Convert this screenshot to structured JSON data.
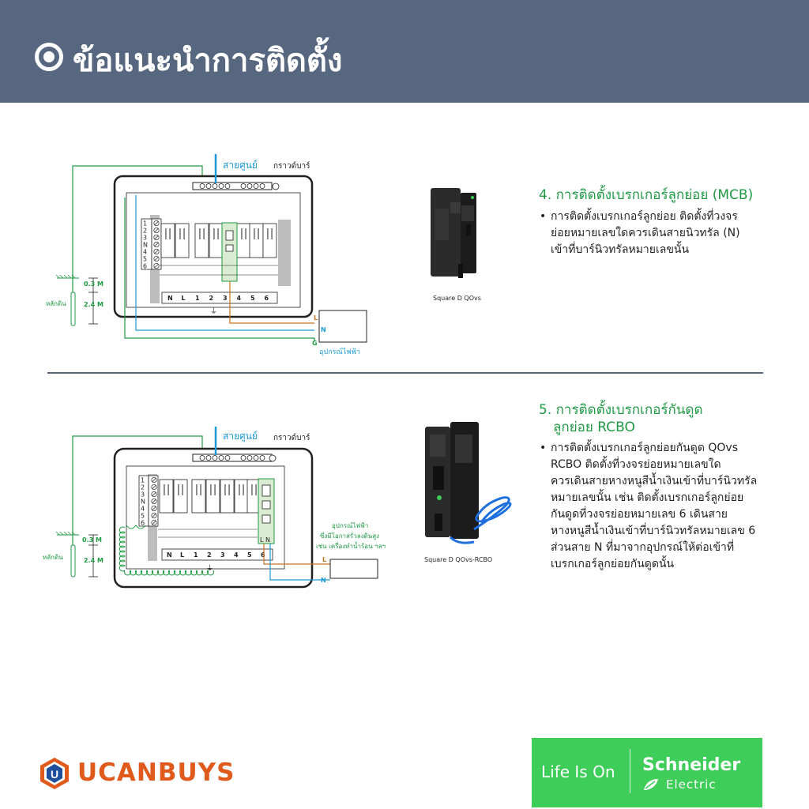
{
  "header": {
    "title": "ข้อแนะนำการติดตั้ง",
    "icon": "target-icon"
  },
  "colors": {
    "header_bg": "#56677f",
    "green": "#1f9a44",
    "blue": "#1d9ad6",
    "orange": "#c8731e",
    "schneider": "#3dcd58",
    "ucan": "#e05a1c"
  },
  "mcb": {
    "diagram": {
      "neutral_label": "สายศูนย์",
      "ground_bar_label": "กราวด์บาร์",
      "left_terminals": [
        "1",
        "2",
        "3",
        "N",
        "4",
        "5",
        "6"
      ],
      "bottom_terminals": [
        "N",
        "L",
        "1",
        "2",
        "3",
        "4",
        "5",
        "6"
      ],
      "depth_top": "0.3 M",
      "depth_rod": "2.4 M",
      "rod_label": "หลักดิน",
      "line_l": "L",
      "line_n": "N",
      "line_g": "G",
      "device_label": "อุปกรณ์ไฟฟ้า"
    },
    "product_caption": "Square D QOvs",
    "title_num": "4.",
    "title": "การติดตั้งเบรกเกอร์ลูกย่อย (MCB)",
    "bullet_lines": [
      "การติดตั้งเบรกเกอร์ลูกย่อย ติดตั้งที่วงจร",
      "ย่อยหมายเลขใดควรเดินสายนิวทรัล (N)",
      "เข้าที่บาร์นิวทรัลหมายเลขนั้น"
    ]
  },
  "rcbo": {
    "diagram": {
      "neutral_label": "สายศูนย์",
      "ground_bar_label": "กราวด์บาร์",
      "left_terminals": [
        "1",
        "2",
        "3",
        "N",
        "4",
        "5",
        "6"
      ],
      "bottom_terminals": [
        "N",
        "L",
        "1",
        "2",
        "3",
        "4",
        "5",
        "6"
      ],
      "breaker_ln": "L N",
      "depth_top": "0.3 M",
      "depth_rod": "2.4 M",
      "rod_label": "หลักดิน",
      "note_lines": [
        "อุปกรณ์ไฟฟ้า",
        "ซึ่งมีโอกาสรั่วลงดินสูง",
        "เช่น เครื่องทำน้ำร้อน ฯลฯ"
      ],
      "line_l": "L",
      "line_n": "N"
    },
    "product_caption": "Square D QOvs-RCBO",
    "title_num": "5.",
    "title_line1": "การติดตั้งเบรกเกอร์กันดูด",
    "title_line2": "ลูกย่อย RCBO",
    "bullet_lines": [
      "การติดตั้งเบรกเกอร์ลูกย่อยกันดูด QOvs",
      "RCBO ติดตั้งที่วงจรย่อยหมายเลขใด",
      "ควรเดินสายหางหนูสีน้ำเงินเข้าที่บาร์นิวทรัล",
      "หมายเลขนั้น เช่น ติดตั้งเบรกเกอร์ลูกย่อย",
      "กันดูดที่วงจรย่อยหมายเลข 6 เดินสาย",
      "หางหนูสีน้ำเงินเข้าที่บาร์นิวทรัลหมายเลข 6",
      "ส่วนสาย N ที่มาจากอุปกรณ์ให้ต่อเข้าที่",
      "เบรกเกอร์ลูกย่อยกันดูดนั้น"
    ]
  },
  "footer": {
    "ucan_logo": "UCANBUYS",
    "se_tagline": "Life Is On",
    "se_name": "Schneider",
    "se_sub": "Electric"
  }
}
